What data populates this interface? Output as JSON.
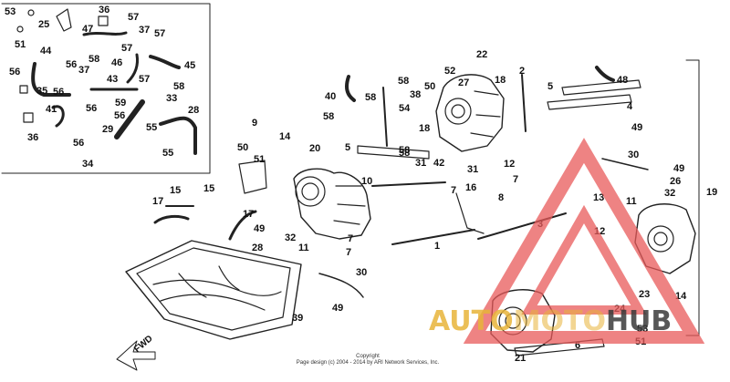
{
  "diagram": {
    "part_numbers": [
      "53",
      "25",
      "36",
      "57",
      "47",
      "37",
      "57",
      "57",
      "51",
      "44",
      "56",
      "58",
      "37",
      "46",
      "45",
      "56",
      "56",
      "35",
      "43",
      "57",
      "58",
      "59",
      "56",
      "41",
      "56",
      "33",
      "28",
      "36",
      "56",
      "29",
      "55",
      "55",
      "34",
      "22",
      "52",
      "27",
      "48",
      "18",
      "50",
      "58",
      "40",
      "2",
      "58",
      "5",
      "4",
      "54",
      "58",
      "38",
      "18",
      "49",
      "9",
      "14",
      "58",
      "50",
      "51",
      "5",
      "20",
      "58",
      "12",
      "7",
      "30",
      "31",
      "42",
      "31",
      "49",
      "26",
      "10",
      "7",
      "16",
      "8",
      "32",
      "19",
      "17",
      "15",
      "13",
      "11",
      "15",
      "17",
      "12",
      "49",
      "3",
      "28",
      "32",
      "11",
      "7",
      "1",
      "7",
      "30",
      "23",
      "14",
      "24",
      "21",
      "53",
      "51",
      "6",
      "49",
      "39"
    ],
    "fwd_label": "FWD",
    "copyright_lines": [
      "Copyright",
      "Page design (c) 2004 - 2014 by ARI Network Services, Inc."
    ]
  },
  "watermark": {
    "part_a": "AUTO",
    "part_b": "MOTO",
    "part_c": "HUB",
    "color_gold": "#e8b43a",
    "color_red": "#e85a5a",
    "color_dark": "#3a3a3a"
  }
}
